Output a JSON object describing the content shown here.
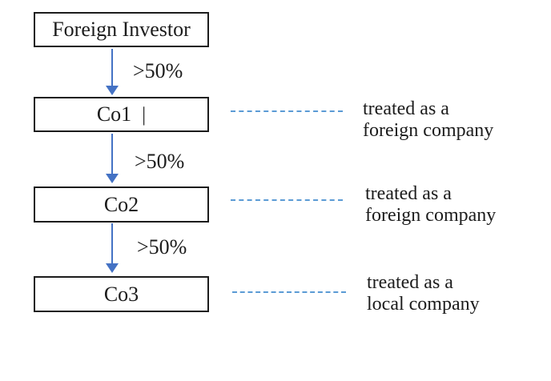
{
  "diagram": {
    "type": "ownership-structure-flowchart",
    "nodes": [
      {
        "label": "Foreign Investor"
      },
      {
        "label": "Co1",
        "cursor": "|",
        "annotation": {
          "line1": "treated as a",
          "line2": "foreign company"
        }
      },
      {
        "label": "Co2",
        "annotation": {
          "line1": "treated as a",
          "line2": "foreign company"
        }
      },
      {
        "label": "Co3",
        "annotation": {
          "line1": "treated as a",
          "line2": "local company"
        }
      }
    ],
    "edges": [
      {
        "from": "Foreign Investor",
        "to": "Co1",
        "label": ">50%"
      },
      {
        "from": "Co1",
        "to": "Co2",
        "label": ">50%"
      },
      {
        "from": "Co2",
        "to": "Co3",
        "label": ">50%"
      }
    ],
    "colors": {
      "arrow": "#4472C4",
      "dash": "#5B9BD5",
      "ink": "#1C1C1C",
      "background": "#FFFFFF"
    }
  }
}
